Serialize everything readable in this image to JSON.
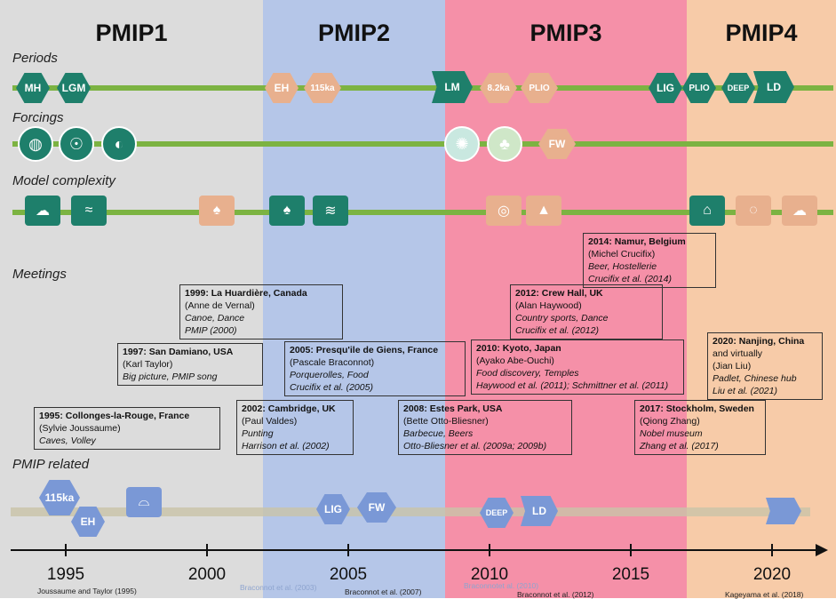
{
  "phases": [
    {
      "label": "PMIP1",
      "color": "#dcdcdc"
    },
    {
      "label": "PMIP2",
      "color": "#b5c6e8"
    },
    {
      "label": "PMIP3",
      "color": "#f590a8"
    },
    {
      "label": "PMIP4",
      "color": "#f7cba8"
    }
  ],
  "rows": {
    "periods": "Periods",
    "forcings": "Forcings",
    "model_complexity": "Model complexity",
    "meetings": "Meetings",
    "related": "PMIP related"
  },
  "periods": [
    "MH",
    "LGM",
    "EH",
    "115ka",
    "LM",
    "8.2ka",
    "PLIO",
    "LIG",
    "PLIO",
    "DEEP",
    "LD"
  ],
  "forcings": {
    "fw_label": "FW"
  },
  "related": [
    "115ka",
    "EH",
    "LIG",
    "FW",
    "DEEP",
    "LD"
  ],
  "meetings": [
    {
      "title": "1995: Collonges-la-Rouge, France",
      "host": "(Sylvie Joussaume)",
      "lines": [
        "Caves, Volley"
      ]
    },
    {
      "title": "1997: San Damiano, USA",
      "host": "(Karl Taylor)",
      "lines": [
        "Big picture, PMIP song"
      ]
    },
    {
      "title": "1999: La Huardière, Canada",
      "host": "(Anne de Vernal)",
      "lines": [
        "Canoe, Dance",
        "PMIP (2000)"
      ]
    },
    {
      "title": "2002: Cambridge, UK",
      "host": "(Paul Valdes)",
      "lines": [
        "Punting",
        "Harrison et al. (2002)"
      ]
    },
    {
      "title": "2005: Presqu'ile de Giens, France",
      "host": "(Pascale Braconnot)",
      "lines": [
        "Porquerolles, Food",
        "Crucifix et al. (2005)"
      ]
    },
    {
      "title": "2008: Estes Park, USA",
      "host": "(Bette Otto-Bliesner)",
      "lines": [
        "Barbecue, Beers",
        "Otto-Bliesner et al. (2009a; 2009b)"
      ]
    },
    {
      "title": "2010: Kyoto, Japan",
      "host": "(Ayako Abe-Ouchi)",
      "lines": [
        "Food discovery, Temples",
        "Haywood et al. (2011); Schmittner et al. (2011)"
      ]
    },
    {
      "title": "2012: Crew Hall, UK",
      "host": "(Alan Haywood)",
      "lines": [
        "Country sports, Dance",
        "Crucifix et al. (2012)"
      ]
    },
    {
      "title": "2014: Namur, Belgium",
      "host": "(Michel Crucifix)",
      "lines": [
        "Beer, Hostellerie",
        "Crucifix et al. (2014)"
      ]
    },
    {
      "title": "2017: Stockholm, Sweden",
      "host": "(Qiong Zhang)",
      "lines": [
        "Nobel museum",
        "Zhang et al. (2017)"
      ]
    },
    {
      "title": "2020: Nanjing, China",
      "host": "and virtually",
      "host2": "(Jian Liu)",
      "lines": [
        "Padlet, Chinese hub",
        "Liu et al. (2021)"
      ]
    }
  ],
  "axis": {
    "years": [
      "1995",
      "2000",
      "2005",
      "2010",
      "2015",
      "2020"
    ]
  },
  "references": [
    "Joussaume and Taylor (1995)",
    "Braconnot et al. (2003)",
    "Braconnot et al. (2007)",
    "Braconnotet al. (2010)",
    "Braconnot et al. (2012)",
    "Kageyama et al. (2018)"
  ]
}
